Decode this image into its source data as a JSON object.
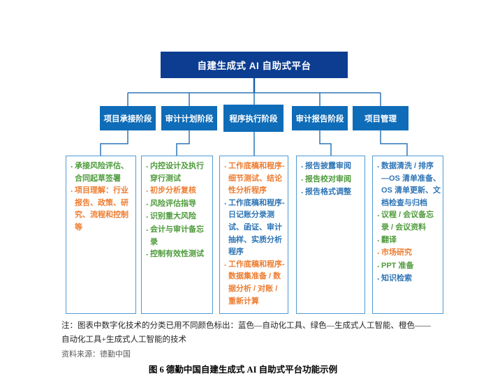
{
  "palette": {
    "root_box_bg": "#0C3D91",
    "stage_box_bg": "#0E6CB8",
    "detail_border": "#4F9BD5",
    "connector": "#2E75B6",
    "root_connector": "#1B5FAE",
    "green": "#4E9B3C",
    "orange": "#ED7D31",
    "blue": "#2E75B6",
    "note_text": "#262626",
    "source_text": "#595959"
  },
  "root": {
    "label": "自建生成式 AI 自助式平台"
  },
  "legend_meaning": {
    "blue": "自动化工具",
    "green": "生成式人工智能",
    "orange": "自动化工具+生成式人工智能的技术"
  },
  "stages": [
    {
      "label": "项目承接阶段",
      "items": [
        {
          "text": "承接风险评估、合同起草签署",
          "color": "green"
        },
        {
          "text": "项目理解：行业报告、政策、研究、流程和控制等",
          "color": "orange"
        }
      ]
    },
    {
      "label": "审计计划阶段",
      "items": [
        {
          "text": "内控设计及执行穿行测试",
          "color": "green"
        },
        {
          "text": "初步分析复核",
          "color": "orange"
        },
        {
          "text": "风险评估指导",
          "color": "green"
        },
        {
          "text": "识别重大风险",
          "color": "green"
        },
        {
          "text": "会计与审计备忘录",
          "color": "green"
        },
        {
          "text": "控制有效性测试",
          "color": "green"
        }
      ]
    },
    {
      "label": "程序执行阶段",
      "items": [
        {
          "text": "工作底稿和程序-细节测试、结论性分析程序",
          "color": "orange"
        },
        {
          "text": "工作底稿和程序-日记账分录测试、函证、审计抽样、实质分析程序",
          "color": "blue"
        },
        {
          "text": "工作底稿和程序-数据集准备 / 数据分析 / 对账 / 重新计算",
          "color": "orange"
        }
      ]
    },
    {
      "label": "审计报告阶段",
      "items": [
        {
          "text": "报告披露审阅",
          "color": "blue"
        },
        {
          "text": "报告校对审阅",
          "color": "green"
        },
        {
          "text": "报告格式调整",
          "color": "blue"
        }
      ]
    },
    {
      "label": "项目管理",
      "items": [
        {
          "text": "数据清洗 / 排序—OS 清单准备、OS 清单更新、文档检查与归档",
          "color": "blue"
        },
        {
          "text": "议程 / 会议备忘录 / 会议资料",
          "color": "green"
        },
        {
          "text": "翻译",
          "color": "green"
        },
        {
          "text": "市场研究",
          "color": "orange"
        },
        {
          "text": "PPT 准备",
          "color": "green"
        },
        {
          "text": "知识检索",
          "color": "blue"
        }
      ]
    }
  ],
  "note": "注：图表中数字化技术的分类已用不同颜色标出：蓝色—自动化工具、绿色—生成式人工智能、橙色——自动化工具+生成式人工智能的技术",
  "source": "资料来源：德勤中国",
  "caption": "图 6 德勤中国自建生成式 AI 自助式平台功能示例",
  "bullet_glyph": "·"
}
